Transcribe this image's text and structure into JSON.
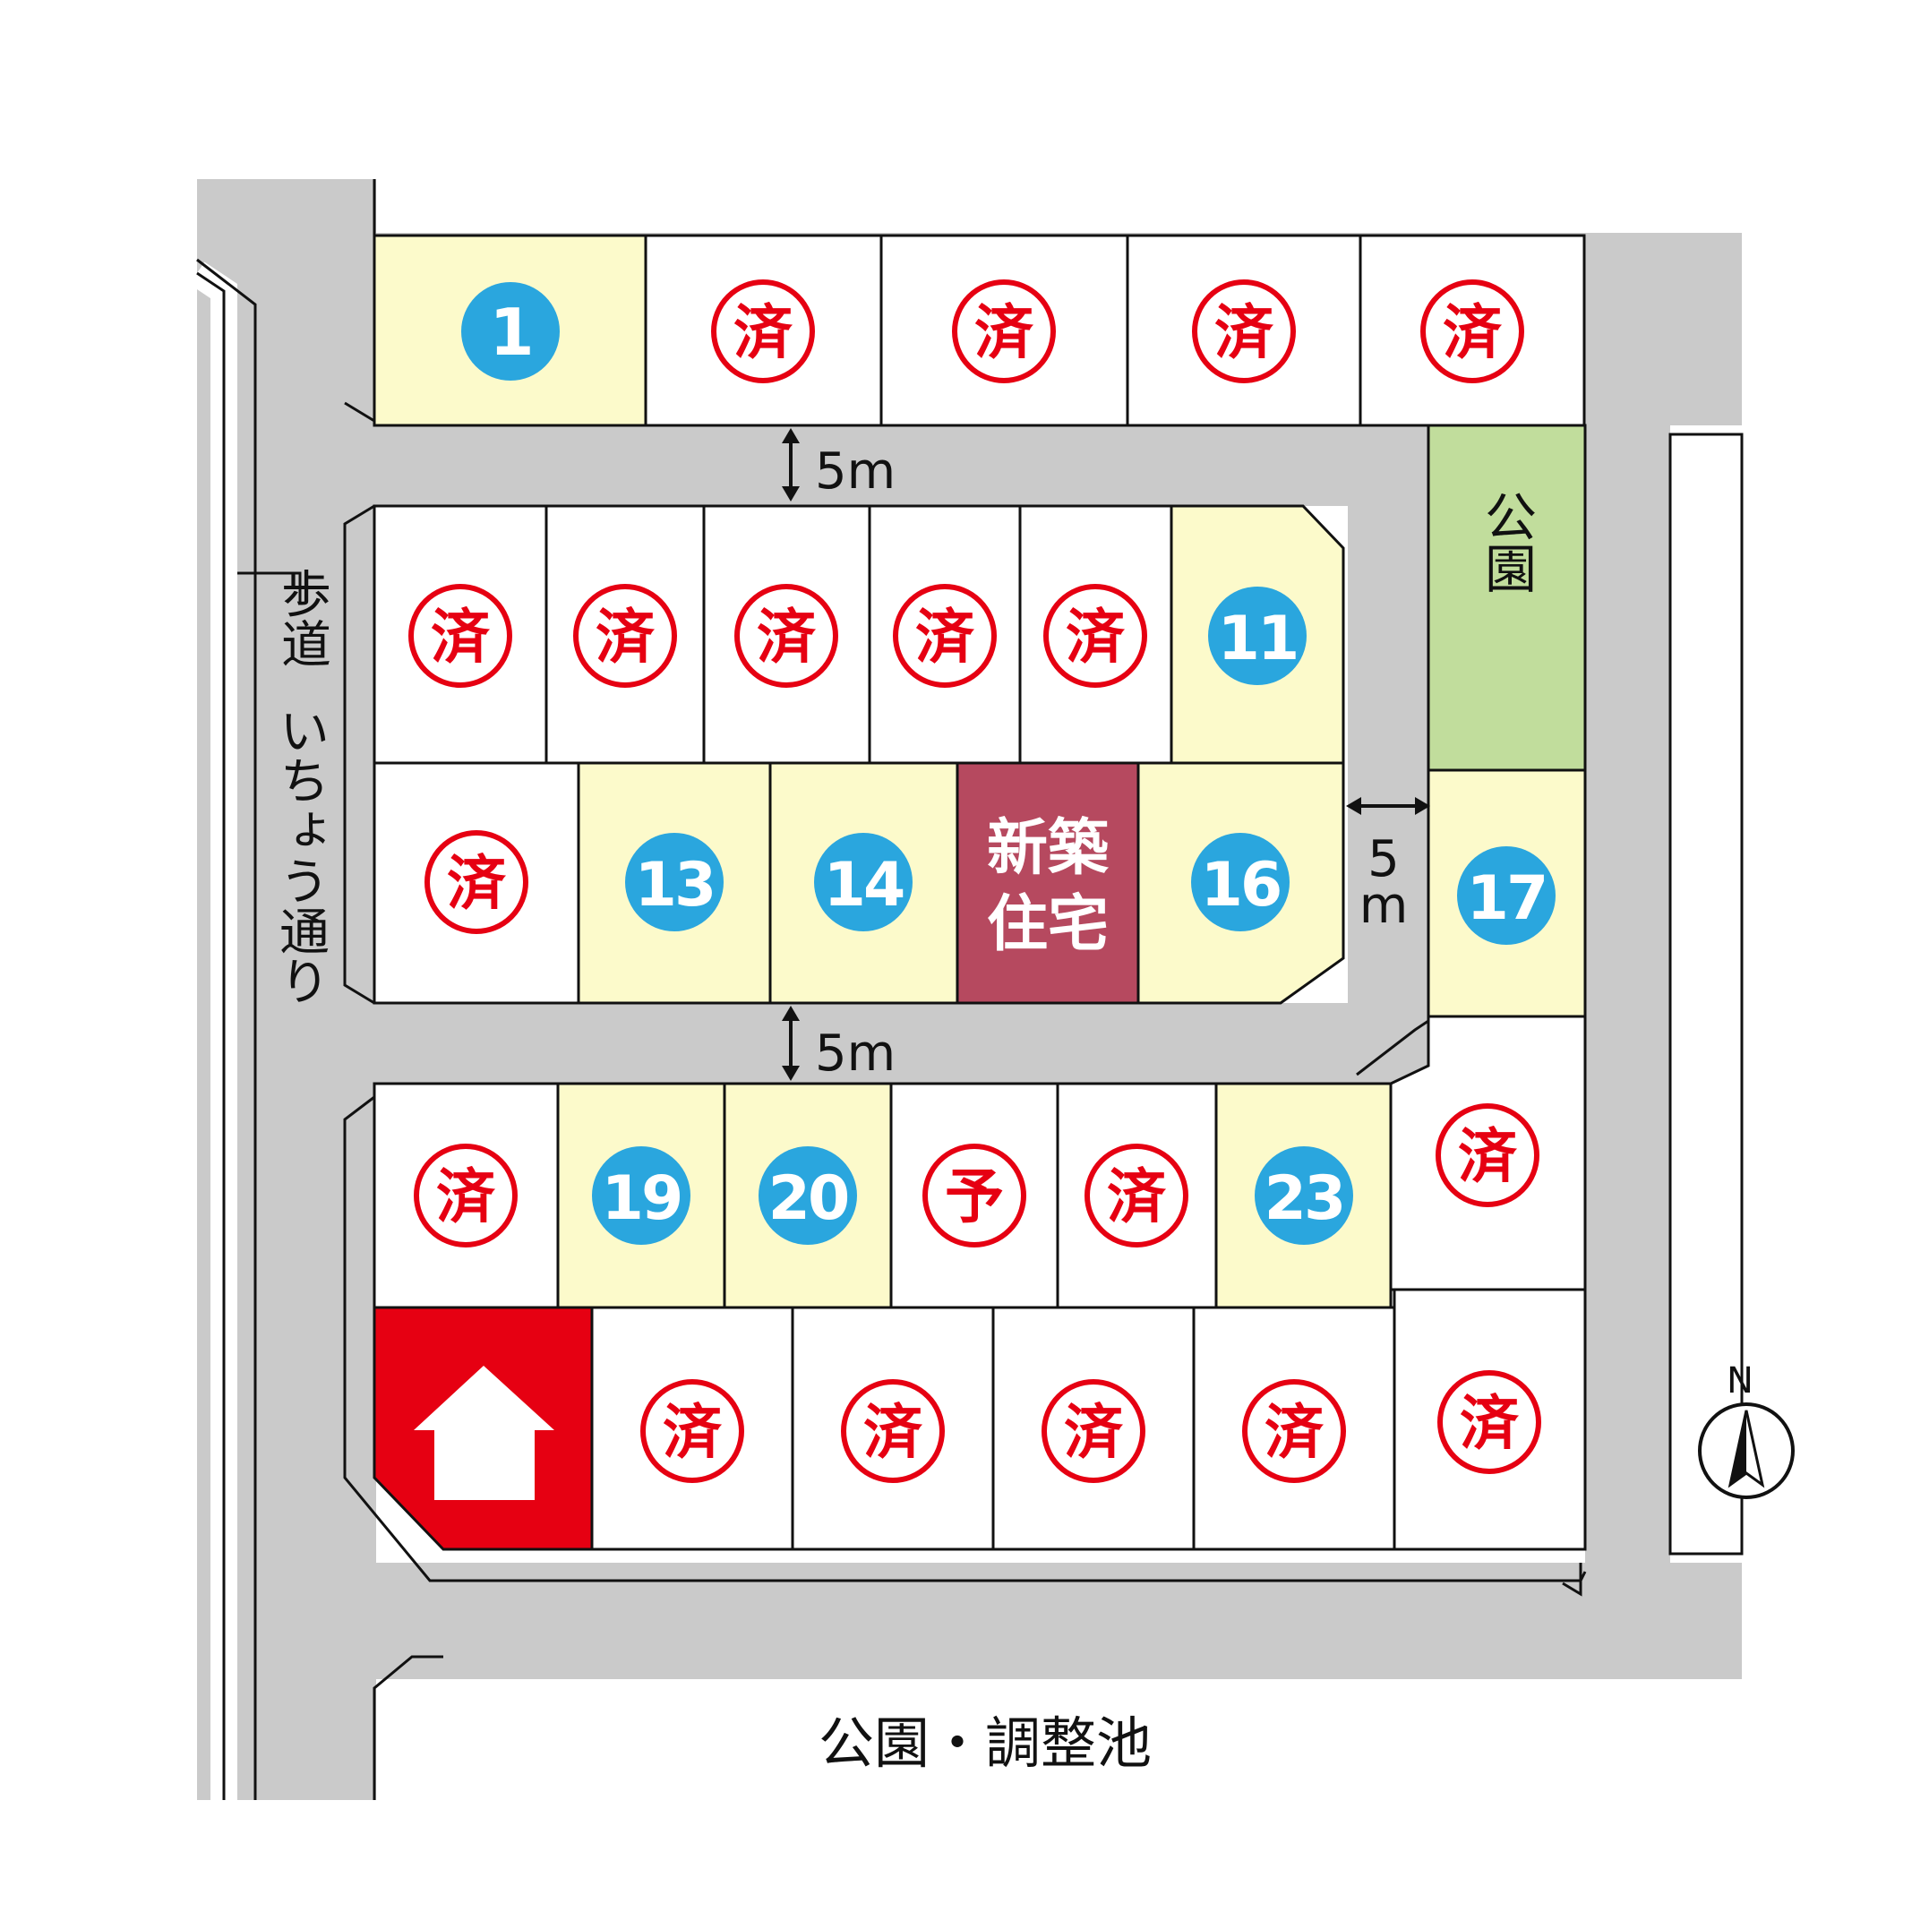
{
  "roads": {
    "sidewalk_label": "歩道",
    "avenue_label": "いちょう通り",
    "bottom_area_label": "公園・調整池",
    "park_label": "公園",
    "width_top": "5m",
    "width_middle": "5m",
    "width_right_5": "5",
    "width_right_m": "m"
  },
  "compass": {
    "label": "N"
  },
  "colors": {
    "available_lot": "#fcfacb",
    "sold_lot": "#ffffff",
    "sold_stamp": "#e60012",
    "number_badge": "#2aa6de",
    "new_house": "#b6495f",
    "model_house": "#e60012",
    "park": "#c1dd9c",
    "road": "#cacaca"
  },
  "stamps": {
    "sold": "済",
    "reserved": "予"
  },
  "new_house_label": [
    "新築",
    "住宅"
  ],
  "lots": [
    {
      "status": "available",
      "label": "1"
    },
    {
      "status": "sold",
      "label": "済"
    },
    {
      "status": "sold",
      "label": "済"
    },
    {
      "status": "sold",
      "label": "済"
    },
    {
      "status": "sold",
      "label": "済"
    },
    {
      "status": "sold",
      "label": "済"
    },
    {
      "status": "sold",
      "label": "済"
    },
    {
      "status": "sold",
      "label": "済"
    },
    {
      "status": "sold",
      "label": "済"
    },
    {
      "status": "sold",
      "label": "済"
    },
    {
      "status": "available",
      "label": "11"
    },
    {
      "status": "sold",
      "label": "済"
    },
    {
      "status": "available",
      "label": "13"
    },
    {
      "status": "available",
      "label": "14"
    },
    {
      "status": "new_house",
      "label": "新築住宅"
    },
    {
      "status": "available",
      "label": "16"
    },
    {
      "status": "available",
      "label": "17"
    },
    {
      "status": "sold",
      "label": "済"
    },
    {
      "status": "available",
      "label": "19"
    },
    {
      "status": "available",
      "label": "20"
    },
    {
      "status": "reserved",
      "label": "予"
    },
    {
      "status": "sold",
      "label": "済"
    },
    {
      "status": "available",
      "label": "23"
    },
    {
      "status": "sold",
      "label": "済"
    },
    {
      "status": "model_house",
      "label": ""
    },
    {
      "status": "sold",
      "label": "済"
    },
    {
      "status": "sold",
      "label": "済"
    },
    {
      "status": "sold",
      "label": "済"
    },
    {
      "status": "sold",
      "label": "済"
    },
    {
      "status": "sold",
      "label": "済"
    }
  ]
}
